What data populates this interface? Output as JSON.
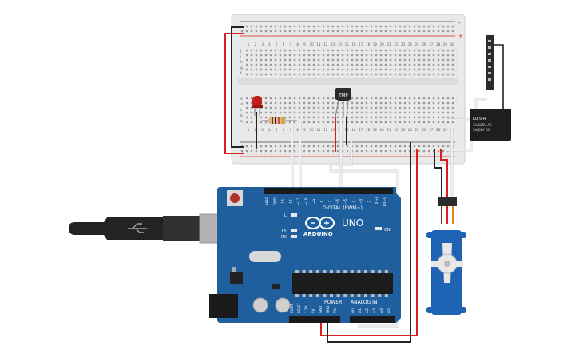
{
  "breadboard": {
    "row_letters_top": [
      "j",
      "i",
      "h",
      "g",
      "f"
    ],
    "row_letters_bottom": [
      "e",
      "d",
      "c",
      "b",
      "a"
    ],
    "column_numbers": [
      "1",
      "2",
      "3",
      "4",
      "5",
      "6",
      "7",
      "8",
      "9",
      "10",
      "11",
      "12",
      "13",
      "14",
      "15",
      "16",
      "17",
      "18",
      "19",
      "20",
      "21",
      "22",
      "23",
      "24",
      "25",
      "26",
      "27",
      "28",
      "29",
      "30"
    ],
    "rail_plus": "+",
    "rail_minus": "-"
  },
  "sensor": {
    "label": "TMP"
  },
  "relay": {
    "title": "LU-5-R",
    "line1": "3A/125V AC",
    "line2": "3A/24V DC"
  },
  "arduino": {
    "brand": "ARDUINO",
    "model": "UNO",
    "digital_label": "DIGITAL (PWM~)",
    "analog_label": "ANALOG IN",
    "power_label": "POWER",
    "on_label": "ON",
    "tx_label": "TX",
    "rx_label": "RX",
    "l_label": "L",
    "digital_pins": [
      "AREF",
      "GND",
      "13",
      "12",
      "~11",
      "~10",
      "~9",
      "8",
      "7",
      "~6",
      "~5",
      "4",
      "~3",
      "2",
      "TX→1",
      "RX←0"
    ],
    "power_pins": [
      "IOREF",
      "RESET",
      "3.3V",
      "5V",
      "GND",
      "GND",
      "Vin"
    ],
    "analog_pins": [
      "A0",
      "A1",
      "A2",
      "A3",
      "A4",
      "A5"
    ]
  },
  "colors": {
    "board": "#1f5f9e",
    "board_dark": "#174a7c",
    "breadboard": "#eeeeee",
    "wire_red": "#d81e1e",
    "wire_black": "#222222",
    "wire_white": "#f4f4f4",
    "led": "#c0201a",
    "servo": "#1f63b5"
  }
}
